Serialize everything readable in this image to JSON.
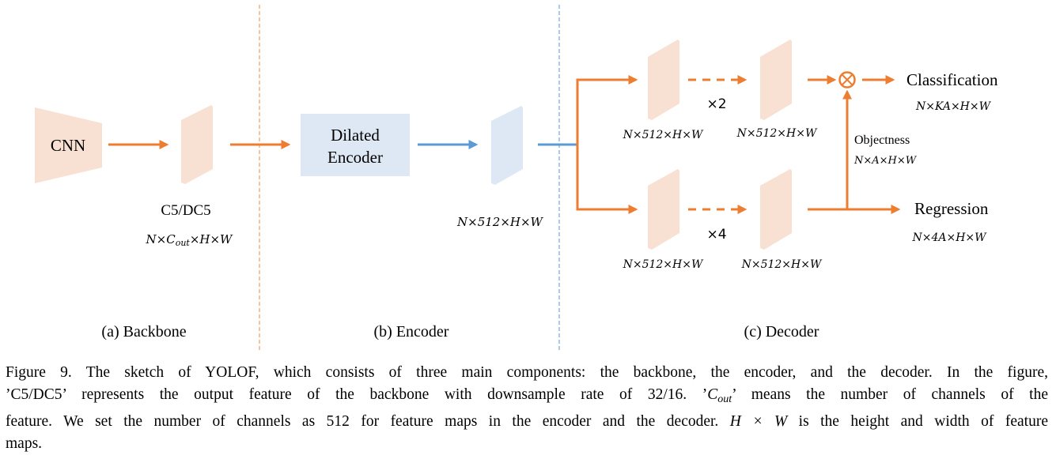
{
  "colors": {
    "orange": "#ED7D31",
    "orange_fill": "#F8E0D2",
    "blue": "#5B9BD5",
    "blue_fill": "#DEE8F4",
    "divider_orange": "#F4A56E",
    "divider_blue": "#7FAEDC"
  },
  "backbone": {
    "cnn_label": "CNN",
    "feature_label": "C5/DC5",
    "feature_shape_parts": [
      "N×",
      "C",
      "out",
      "×H×W"
    ],
    "section_label": "(a) Backbone"
  },
  "encoder": {
    "block_label_line1": "Dilated",
    "block_label_line2": "Encoder",
    "feature_shape": "N×512×H×W",
    "section_label": "(b) Encoder"
  },
  "decoder": {
    "cls_branch": {
      "repeat": "×2",
      "feature_shape_in": "N×512×H×W",
      "feature_shape_out": "N×512×H×W"
    },
    "reg_branch": {
      "repeat": "×4",
      "feature_shape_in": "N×512×H×W",
      "feature_shape_out": "N×512×H×W"
    },
    "multiply_icon": "⊗",
    "outputs": {
      "classification_label": "Classification",
      "classification_shape": "N×KA×H×W",
      "objectness_label": "Objectness",
      "objectness_shape": "N×A×H×W",
      "regression_label": "Regression",
      "regression_shape": "N×4A×H×W"
    },
    "section_label": "(c) Decoder"
  },
  "caption": {
    "line1": "Figure 9. The sketch of YOLOF, which consists of three main components: the backbone, the encoder, and the decoder. In the figure,",
    "line2a": "’C5/DC5’ represents the output feature of the backbone with downsample rate of 32/16. ’",
    "line2_math_base": "C",
    "line2_math_sub": "out",
    "line2b": "’ means the number of channels of the",
    "line3a": "feature. We set the number of channels as 512 for feature maps in the encoder and the decoder. ",
    "line3_math": "H × W",
    "line3b": " is the height and width of feature",
    "line4": "maps."
  }
}
